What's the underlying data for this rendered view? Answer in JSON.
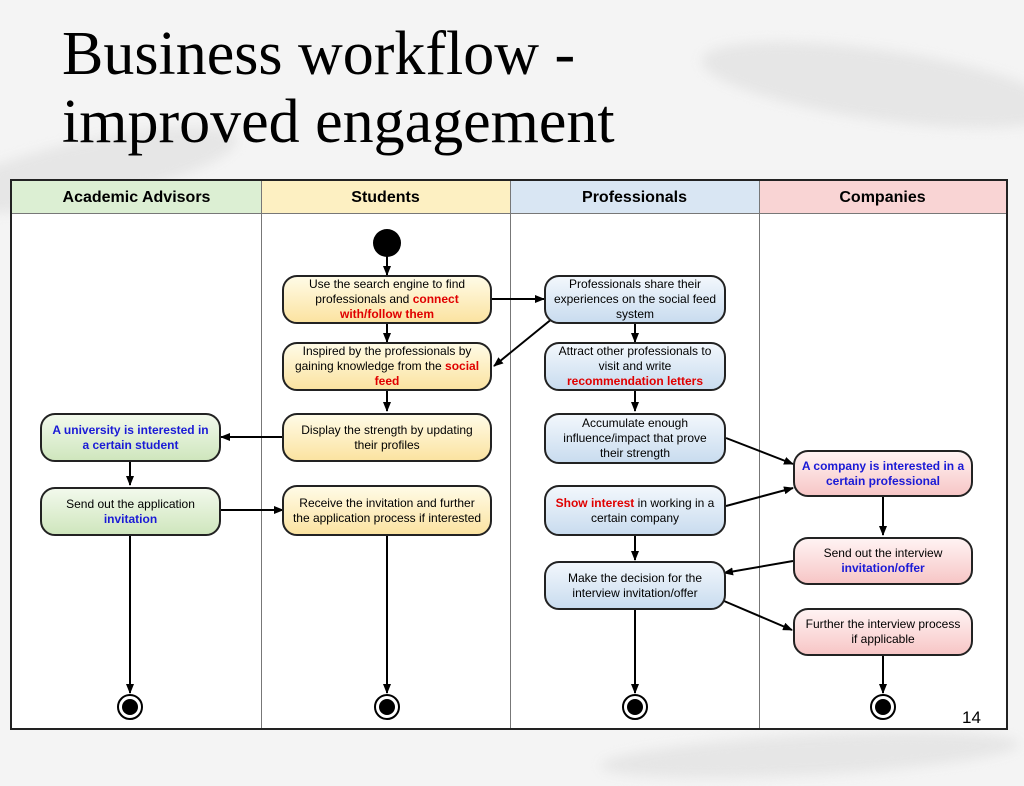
{
  "slide": {
    "title_line1": "Business workflow -",
    "title_line2": "improved engagement",
    "page_number": "14"
  },
  "lanes": [
    {
      "label": "Academic Advisors",
      "color": "#dcefd3"
    },
    {
      "label": "Students",
      "color": "#fdf0c2"
    },
    {
      "label": "Professionals",
      "color": "#d9e6f3"
    },
    {
      "label": "Companies",
      "color": "#f9d4d4"
    }
  ],
  "nodes": {
    "search": {
      "text1": "Use the search engine to find professionals and ",
      "highlight": "connect with/follow them"
    },
    "inspired": {
      "text1": "Inspired by the professionals by gaining knowledge from the ",
      "highlight": "social feed"
    },
    "display": {
      "text1": "Display the strength by updating their profiles"
    },
    "receive": {
      "text1": "Receive the invitation and further the application process if interested"
    },
    "share": {
      "text1": "Professionals share their experiences on the social feed system"
    },
    "attract": {
      "text1": "Attract other professionals to visit and write ",
      "highlight": "recommendation letters"
    },
    "accumulate": {
      "text1": "Accumulate enough influence/impact that prove their strength"
    },
    "show_interest": {
      "highlight": "Show interest",
      "text1": " in working in a certain company"
    },
    "decision": {
      "text1": "Make the decision for the interview invitation/offer"
    },
    "university": {
      "highlight": "A university is interested in a certain student"
    },
    "send_app": {
      "text1": "Send out the application ",
      "highlight": "invitation"
    },
    "company": {
      "highlight": "A company is interested in a certain professional"
    },
    "send_interview": {
      "text1": "Send out the interview ",
      "highlight": "invitation/offer"
    },
    "further": {
      "text1": "Further the interview process if applicable"
    }
  },
  "colors": {
    "highlight_red": "#e00000",
    "highlight_blue": "#1a1ad6"
  }
}
